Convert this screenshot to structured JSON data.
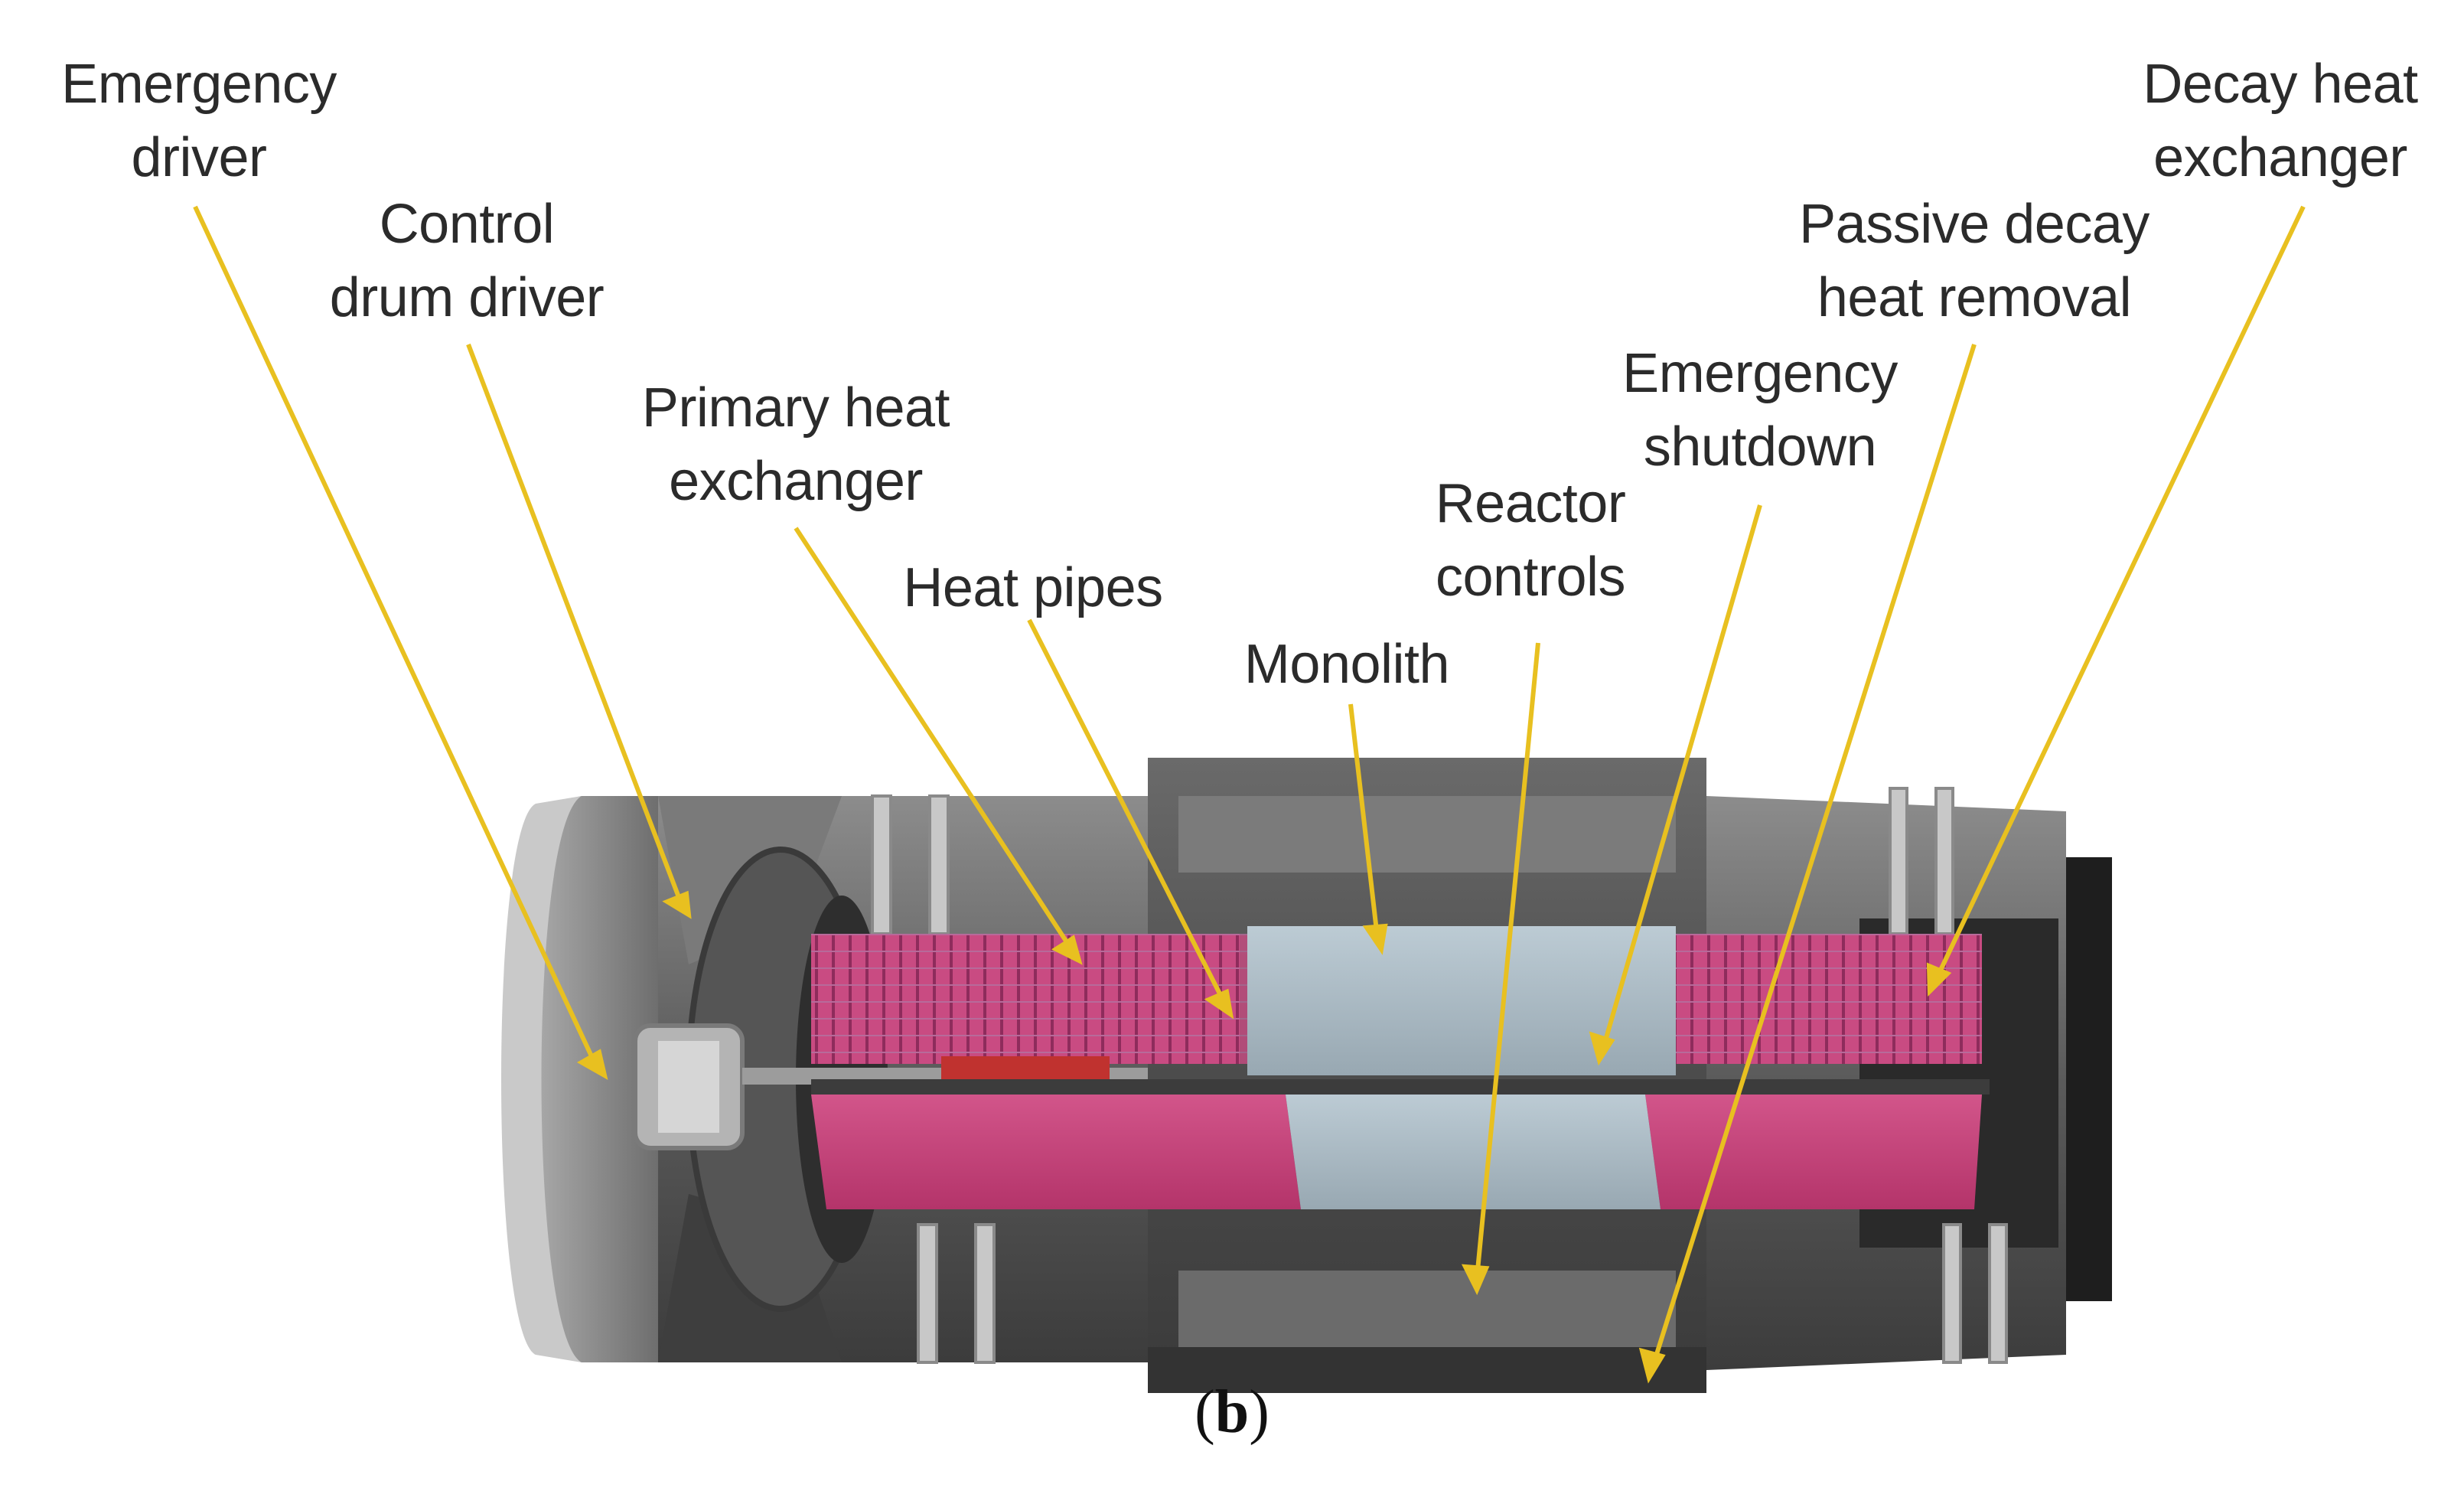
{
  "labels": {
    "emergency_driver": [
      "Emergency",
      "driver"
    ],
    "control_drum_driver": [
      "Control",
      "drum driver"
    ],
    "primary_heat_exchanger": [
      "Primary heat",
      "exchanger"
    ],
    "heat_pipes": [
      "Heat pipes"
    ],
    "monolith": [
      "Monolith"
    ],
    "reactor_controls": [
      "Reactor",
      "controls"
    ],
    "emergency_shutdown": [
      "Emergency",
      "shutdown"
    ],
    "passive_decay_heat_removal": [
      "Passive decay",
      "heat removal"
    ],
    "decay_heat_exchanger": [
      "Decay heat",
      "exchanger"
    ]
  },
  "caption": {
    "open": "(",
    "letter": "b",
    "close": ")"
  },
  "colors": {
    "leader": "#e8c020",
    "heat_pipe_section": "#c83e78",
    "monolith": "#a9b8c2",
    "shell_dark": "#4a4a4a",
    "shell_light": "#9a9a9a"
  }
}
